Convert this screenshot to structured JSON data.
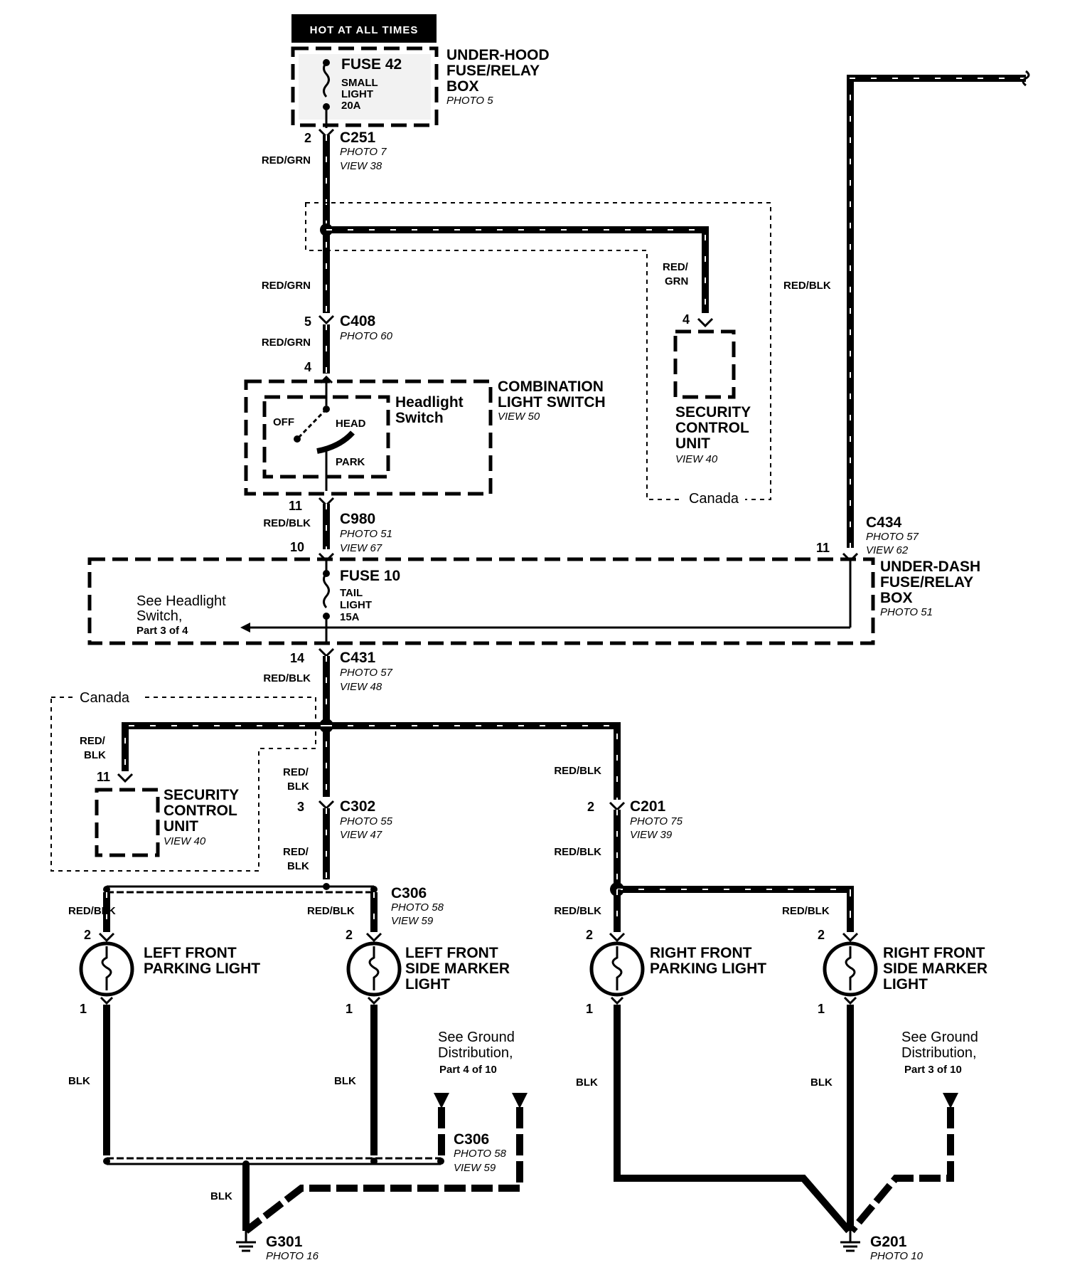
{
  "header": {
    "hot_label": "HOT AT ALL TIMES"
  },
  "underhood_box": {
    "title1": "UNDER-HOOD",
    "title2": "FUSE/RELAY",
    "title3": "BOX",
    "photo": "PHOTO 5",
    "fuse": "FUSE 42",
    "fuse_d1": "SMALL",
    "fuse_d2": "LIGHT",
    "fuse_d3": "20A"
  },
  "c251": {
    "pin": "2",
    "name": "C251",
    "photo": "PHOTO 7",
    "view": "VIEW 38",
    "wire": "RED/GRN"
  },
  "wire_redgrn_2": "RED/GRN",
  "c408": {
    "pin_top": "5",
    "name": "C408",
    "photo": "PHOTO 60",
    "wire": "RED/GRN",
    "pin_bottom": "4"
  },
  "security_top": {
    "wire1": "RED/",
    "wire2": "GRN",
    "pin": "4",
    "t1": "SECURITY",
    "t2": "CONTROL",
    "t3": "UNIT",
    "view": "VIEW 40",
    "region": "Canada"
  },
  "red_blk_right": "RED/BLK",
  "combo_switch": {
    "t1": "COMBINATION",
    "t2": "LIGHT SWITCH",
    "view": "VIEW 50",
    "sw1": "Headlight",
    "sw2": "Switch",
    "off": "OFF",
    "head": "HEAD",
    "park": "PARK"
  },
  "c980": {
    "pin_top": "11",
    "wire": "RED/BLK",
    "name": "C980",
    "photo": "PHOTO 51",
    "view": "VIEW 67",
    "pin_bottom": "10"
  },
  "c434": {
    "pin": "11",
    "name": "C434",
    "photo": "PHOTO 57",
    "view": "VIEW 62"
  },
  "underdash_box": {
    "t1": "UNDER-DASH",
    "t2": "FUSE/RELAY",
    "t3": "BOX",
    "photo": "PHOTO 51",
    "fuse": "FUSE 10",
    "fuse_d1": "TAIL",
    "fuse_d2": "LIGHT",
    "fuse_d3": "15A",
    "see1": "See Headlight",
    "see2": "Switch,",
    "see3": "Part 3 of 4"
  },
  "c431": {
    "pin": "14",
    "name": "C431",
    "wire": "RED/BLK",
    "photo": "PHOTO 57",
    "view": "VIEW 48"
  },
  "security_left": {
    "region": "Canada",
    "wire1": "RED/",
    "wire2": "BLK",
    "pin": "11",
    "t1": "SECURITY",
    "t2": "CONTROL",
    "t3": "UNIT",
    "view": "VIEW 40"
  },
  "c302": {
    "wire_top1": "RED/",
    "wire_top2": "BLK",
    "pin": "3",
    "name": "C302",
    "photo": "PHOTO 55",
    "view": "VIEW 47",
    "wire_bot1": "RED/",
    "wire_bot2": "BLK"
  },
  "c201": {
    "wire_top": "RED/BLK",
    "pin": "2",
    "name": "C201",
    "photo": "PHOTO 75",
    "view": "VIEW 39",
    "wire_bot": "RED/BLK"
  },
  "c306_top": {
    "name": "C306",
    "photo": "PHOTO 58",
    "view": "VIEW 59"
  },
  "lamps": [
    {
      "wire_in": "RED/BLK",
      "pin_in": "2",
      "t1": "LEFT FRONT",
      "t2": "PARKING LIGHT",
      "t3": "",
      "pin_out": "1",
      "wire_out": "BLK"
    },
    {
      "wire_in": "RED/BLK",
      "pin_in": "2",
      "t1": "LEFT FRONT",
      "t2": "SIDE MARKER",
      "t3": "LIGHT",
      "pin_out": "1",
      "wire_out": "BLK"
    },
    {
      "wire_in": "RED/BLK",
      "pin_in": "2",
      "t1": "RIGHT FRONT",
      "t2": "PARKING LIGHT",
      "t3": "",
      "pin_out": "1",
      "wire_out": "BLK"
    },
    {
      "wire_in": "RED/BLK",
      "pin_in": "2",
      "t1": "RIGHT FRONT",
      "t2": "SIDE MARKER",
      "t3": "LIGHT",
      "pin_out": "1",
      "wire_out": "BLK"
    }
  ],
  "ground_left": {
    "see1": "See Ground",
    "see2": "Distribution,",
    "see3": "Part 4 of 10",
    "c306": "C306",
    "c306_photo": "PHOTO 58",
    "c306_view": "VIEW 59",
    "wire": "BLK",
    "name": "G301",
    "photo": "PHOTO 16"
  },
  "ground_right": {
    "see1": "See Ground",
    "see2": "Distribution,",
    "see3": "Part 3 of 10",
    "name": "G201",
    "photo": "PHOTO 10"
  }
}
